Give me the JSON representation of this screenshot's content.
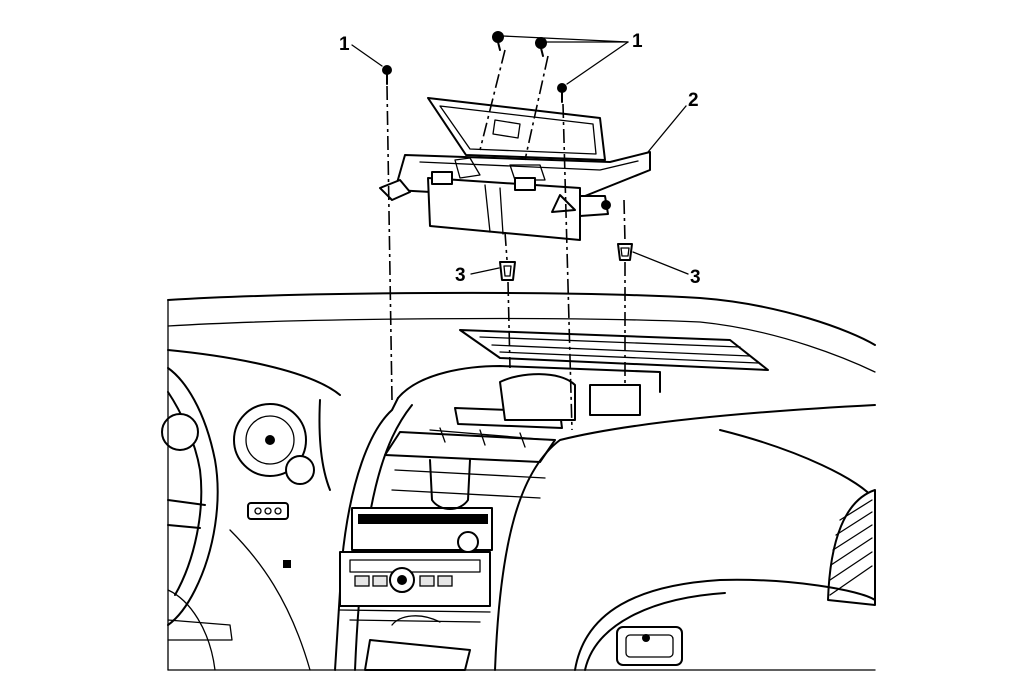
{
  "callouts": [
    {
      "id": "1a",
      "text": "1"
    },
    {
      "id": "1b",
      "text": "1"
    },
    {
      "id": "2",
      "text": "2"
    },
    {
      "id": "3a",
      "text": "3"
    },
    {
      "id": "3b",
      "text": "3"
    }
  ],
  "colors": {
    "ink": "#000000",
    "paper": "#ffffff"
  }
}
